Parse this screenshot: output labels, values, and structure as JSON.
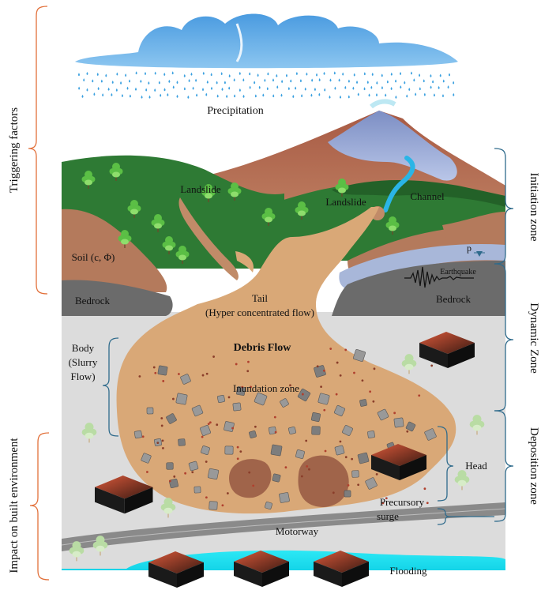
{
  "left_labels": {
    "triggering": "Triggering factors",
    "impact": "Impact on built environment"
  },
  "right_labels": {
    "initiation": "Initiation zone",
    "dynamic": "Dynamic Zone",
    "deposition": "Deposition zone"
  },
  "labels": {
    "precipitation": "Precipitation",
    "landslide_left": "Landslide",
    "landslide_right": "Landslide",
    "channel": "Channel",
    "soil": "Soil (c, Φ)",
    "p": "p",
    "earthquake": "Earthquake",
    "bedrock_left": "Bedrock",
    "bedrock_right": "Bedrock",
    "tail_1": "Tail",
    "tail_2": "(Hyper concentrated flow)",
    "debris_flow": "Debris Flow",
    "body_1": "Body",
    "body_2": "(Slurry",
    "body_3": "Flow)",
    "inundation": "Inundation zone",
    "head": "Head",
    "precursory_1": "Precursory",
    "precursory_2": "surge",
    "motorway": "Motorway",
    "flooding": "Flooding"
  },
  "colors": {
    "cloud": "#5aa8e6",
    "rain": "#3aa0e0",
    "forest": "#2e7a34",
    "soil": "#b47a5c",
    "bedrock": "#6b6b6b",
    "debris": "#d9a877",
    "valley_floor": "#dcdcdc",
    "road": "#8a8a8a",
    "water": "#1ee3f0",
    "bracket_orange": "#e2703a",
    "bracket_blue": "#2f6b8c"
  }
}
